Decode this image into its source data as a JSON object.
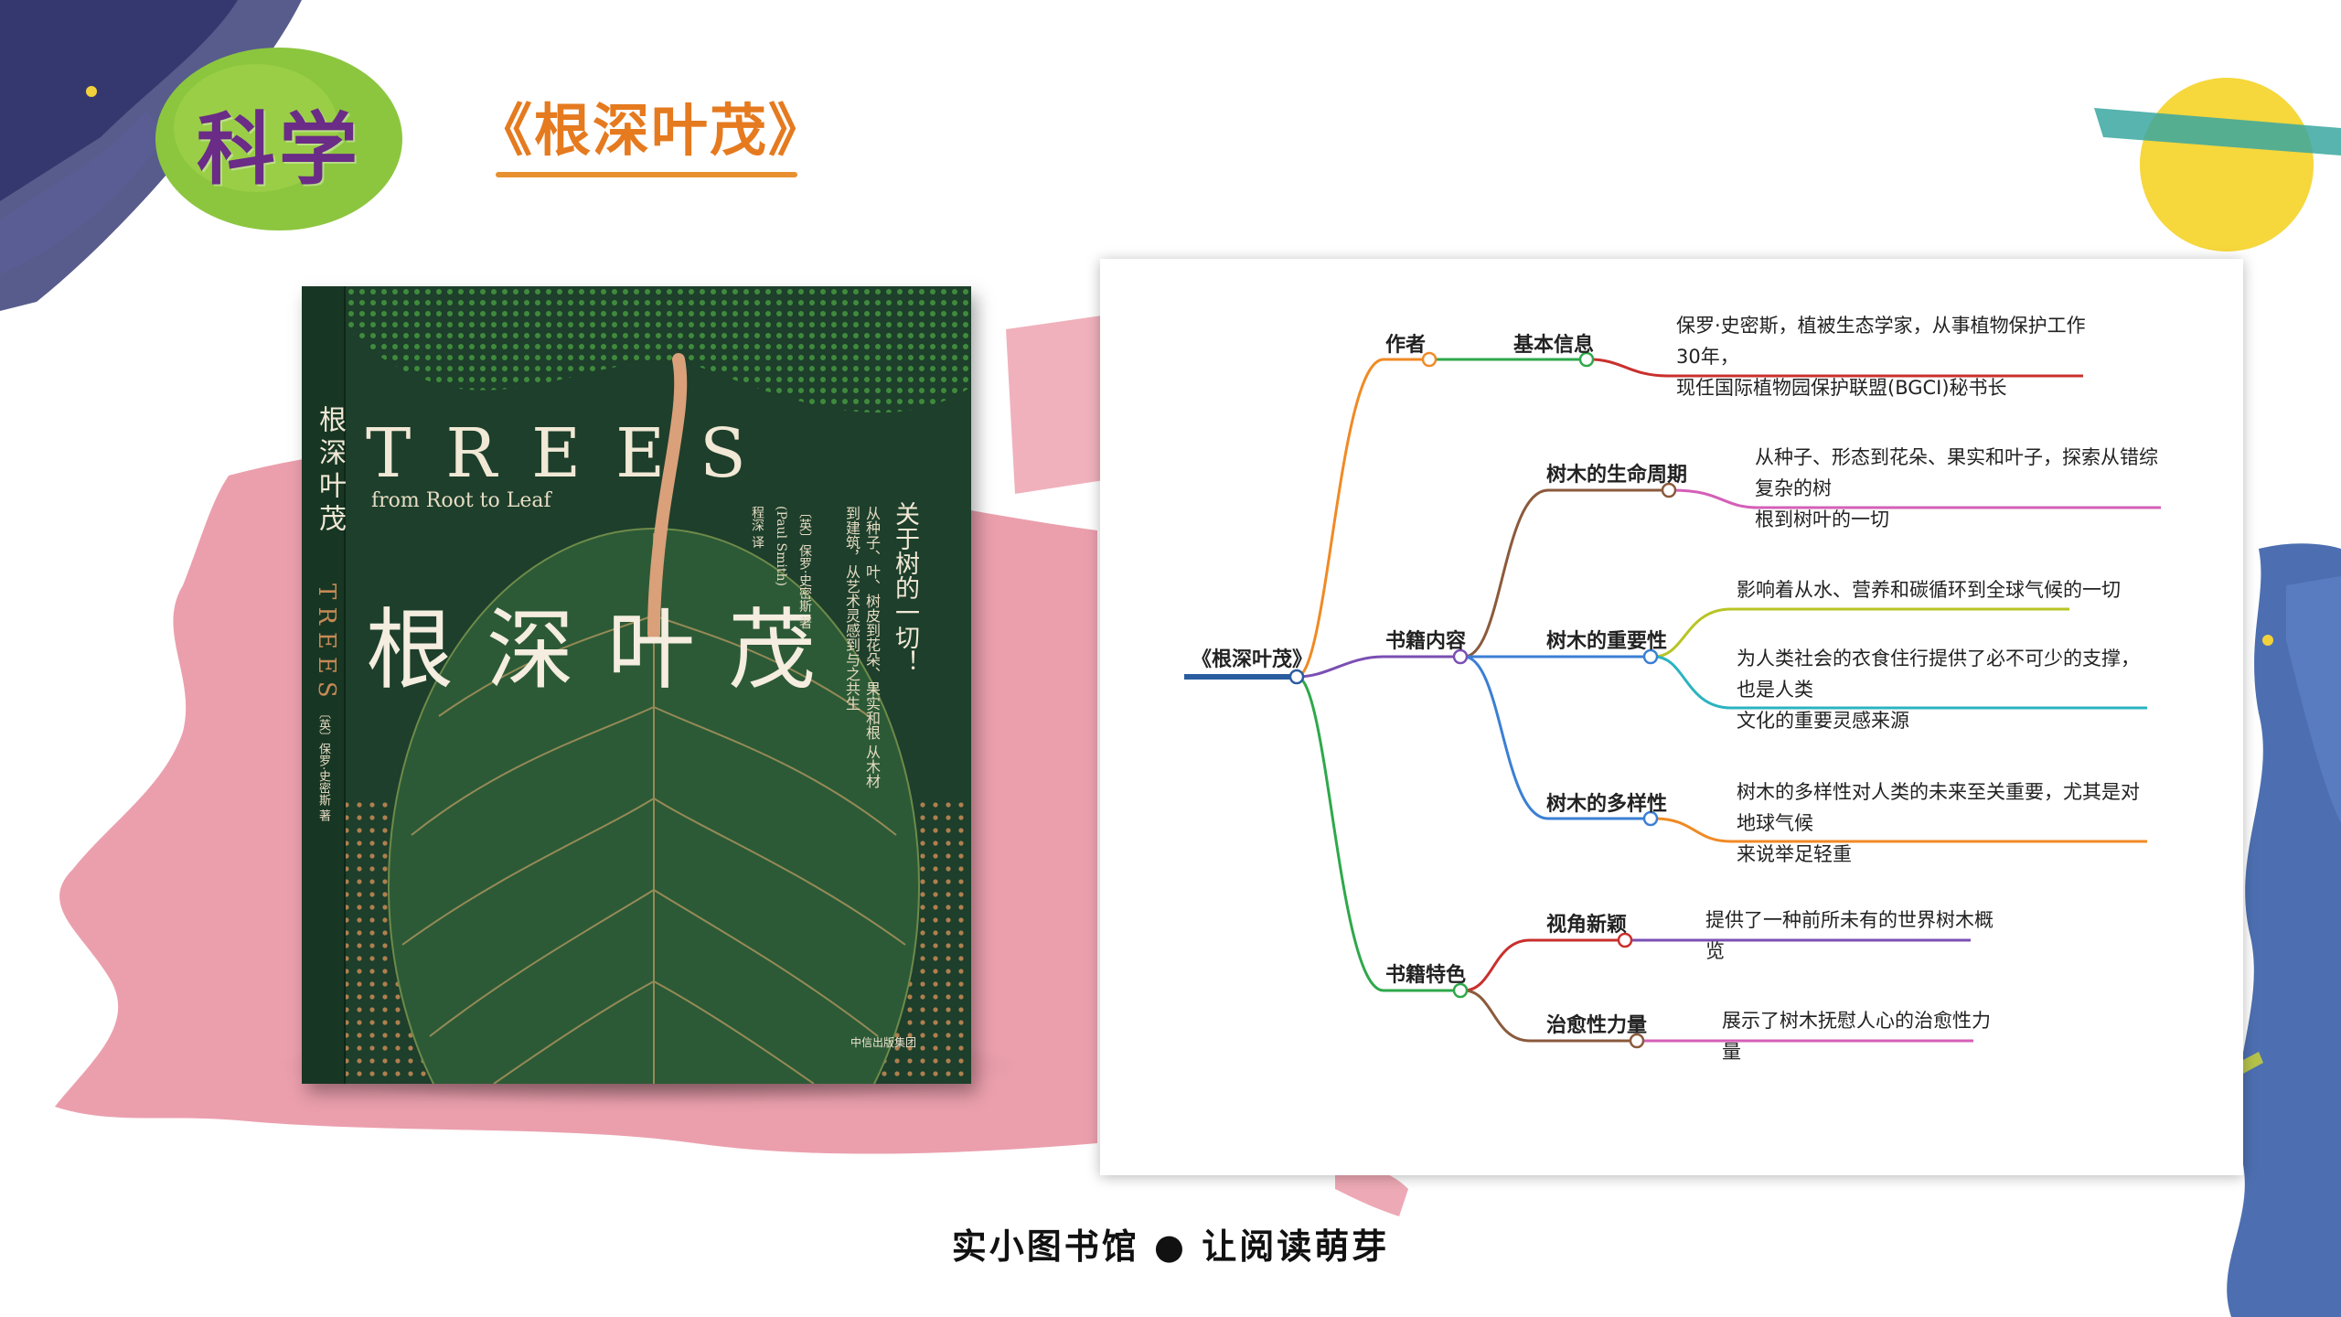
{
  "header": {
    "category": "科学",
    "book_title": "《根深叶茂》"
  },
  "book_cover": {
    "title_en": "TREES",
    "subtitle_en": "from Root to Leaf",
    "title_cn": "根深叶茂",
    "tagline": "关于树的一切！",
    "description": "从种子、叶、树皮到花朵、果实和根 从木材到建筑，从艺术灵感到与之共生",
    "author": "〔英〕保罗·史密斯 著",
    "author_en": "(Paul Smith)",
    "translator": "程深 译",
    "spine_title": "根深叶茂",
    "spine_en": "TREES",
    "publisher": "中信出版集团"
  },
  "mind_map": {
    "root": "《根深叶茂》",
    "branches": [
      {
        "label": "作者",
        "color": "#f08a24",
        "children": [
          {
            "label": "基本信息",
            "color": "#2ea84a",
            "desc": [
              "保罗·史密斯，植被生态学家，从事植物保护工作30年，",
              "现任国际植物园保护联盟(BGCI)秘书长"
            ],
            "desc_color": "#c9302c"
          }
        ]
      },
      {
        "label": "书籍内容",
        "color": "#7b4fb3",
        "children": [
          {
            "label": "树木的生命周期",
            "color": "#8b5a3c",
            "desc": [
              "从种子、形态到花朵、果实和叶子，探索从错综复杂的树",
              "根到树叶的一切"
            ],
            "desc_color": "#d45fb7"
          },
          {
            "label": "树木的重要性",
            "color": "#3b7fd4",
            "desc1": [
              "影响着从水、营养和碳循环到全球气候的一切"
            ],
            "desc1_color": "#b8c424",
            "desc2": [
              "为人类社会的衣食住行提供了必不可少的支撑，也是人类",
              "文化的重要灵感来源"
            ],
            "desc2_color": "#2bb3c0"
          },
          {
            "label": "树木的多样性",
            "color": "#3b7fd4",
            "desc": [
              "树木的多样性对人类的未来至关重要，尤其是对地球气候",
              "来说举足轻重"
            ],
            "desc_color": "#f08a24"
          }
        ]
      },
      {
        "label": "书籍特色",
        "color": "#2ea84a",
        "children": [
          {
            "label": "视角新颖",
            "color": "#c9302c",
            "desc": [
              "提供了一种前所未有的世界树木概览"
            ],
            "desc_color": "#7b4fb3"
          },
          {
            "label": "治愈性力量",
            "color": "#8b5a3c",
            "desc": [
              "展示了树木抚慰人心的治愈性力量"
            ],
            "desc_color": "#d45fb7"
          }
        ]
      }
    ]
  },
  "footer": {
    "slogan": "实小图书馆 ● 让阅读萌芽"
  }
}
